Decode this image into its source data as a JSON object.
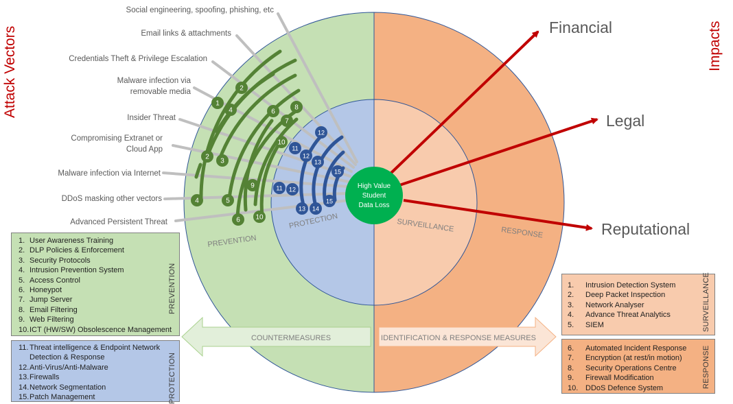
{
  "titles": {
    "attack_vectors": "Attack Vectors",
    "impacts": "Impacts"
  },
  "attack_vectors": [
    "Social engineering, spoofing, phishing, etc",
    "Email links & attachments",
    "Credentials Theft & Privilege Escalation",
    "Malware infection via",
    "removable media",
    "Insider Threat",
    "Compromising Extranet or",
    "Cloud App",
    "Malware infection via Internet",
    "DDoS masking other vectors",
    "Advanced Persistent Threat"
  ],
  "rings": {
    "prevention": "PREVENTION",
    "protection": "PROTECTION",
    "surveillance": "SURVEILLANCE",
    "response": "RESPONSE",
    "core_lines": [
      "High Value",
      "Student",
      "Data Loss"
    ]
  },
  "impacts": [
    "Financial",
    "Legal",
    "Reputational"
  ],
  "arrows": {
    "countermeasures": "COUNTERMEASURES",
    "identification": "IDENTIFICATION & RESPONSE MEASURES"
  },
  "badges": {
    "green": [
      "1",
      "2",
      "4",
      "6",
      "8",
      "7",
      "10",
      "2",
      "3",
      "9",
      "4",
      "5",
      "6",
      "10"
    ],
    "blue": [
      "12",
      "11",
      "12",
      "13",
      "15",
      "11",
      "12",
      "15",
      "13",
      "14"
    ]
  },
  "legends": {
    "prevention": {
      "label": "PREVENTION",
      "items": [
        {
          "num": "1.",
          "text": "User Awareness Training"
        },
        {
          "num": "2.",
          "text": "DLP Policies & Enforcement"
        },
        {
          "num": "3.",
          "text": "Security Protocols"
        },
        {
          "num": "4.",
          "text": "Intrusion Prevention System"
        },
        {
          "num": "5.",
          "text": "Access Control"
        },
        {
          "num": "6.",
          "text": "Honeypot"
        },
        {
          "num": "7.",
          "text": "Jump Server"
        },
        {
          "num": "8.",
          "text": "Email Filtering"
        },
        {
          "num": "9.",
          "text": "Web Filtering"
        },
        {
          "num": "10.",
          "text": "ICT (HW/SW) Obsolescence Management"
        }
      ]
    },
    "protection": {
      "label": "PROTECTION",
      "items": [
        {
          "num": "11.",
          "text": "Threat intelligence & Endpoint Network"
        },
        {
          "num": "",
          "text": "Detection & Response"
        },
        {
          "num": "12.",
          "text": "Anti-Virus/Anti-Malware"
        },
        {
          "num": "13.",
          "text": "Firewalls"
        },
        {
          "num": "14.",
          "text": "Network Segmentation"
        },
        {
          "num": "15.",
          "text": "Patch Management"
        }
      ]
    },
    "surveillance": {
      "label": "SURVEILLANCE",
      "items": [
        {
          "num": "1.",
          "text": "Intrusion Detection System"
        },
        {
          "num": "2.",
          "text": "Deep Packet Inspection"
        },
        {
          "num": "3.",
          "text": "Network Analyser"
        },
        {
          "num": "4.",
          "text": "Advance Threat Analytics"
        },
        {
          "num": "5.",
          "text": "SIEM"
        }
      ]
    },
    "response": {
      "label": "RESPONSE",
      "items": [
        {
          "num": "6.",
          "text": "Automated Incident Response"
        },
        {
          "num": "7.",
          "text": "Encryption (at rest/in motion)"
        },
        {
          "num": "8.",
          "text": "Security Operations Centre"
        },
        {
          "num": "9.",
          "text": "Firewall Modification"
        },
        {
          "num": "10.",
          "text": "DDoS Defence System"
        }
      ]
    }
  },
  "colors": {
    "prevention_fill": "#c5e0b4",
    "protection_fill": "#b4c7e7",
    "surveillance_fill": "#f8cbad",
    "response_fill": "#f4b183",
    "core_fill": "#00b050",
    "green_arc": "#548235",
    "blue_arc": "#2f5597",
    "impact_arrow": "#c00000",
    "leader_line": "#bfbfbf"
  }
}
